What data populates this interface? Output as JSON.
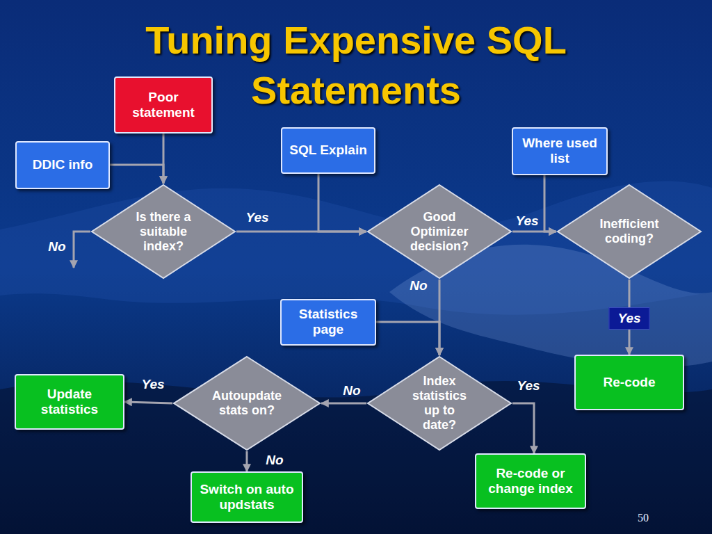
{
  "diagram": {
    "title": "Tuning Expensive SQL Statements",
    "nodes": [
      {
        "text": [
          "Poor statement"
        ]
      },
      {
        "text": [
          "SQL Explain"
        ]
      },
      {
        "text": [
          "Where used list"
        ]
      },
      {
        "text": [
          "DDIC info"
        ]
      },
      {
        "text": [
          "Is there a suitable index?"
        ]
      },
      {
        "text": [
          "Good Optimizer decision?"
        ]
      },
      {
        "text": [
          "Inefficient coding?"
        ]
      },
      {
        "text": [
          "Statistics page"
        ]
      },
      {
        "text": [
          "Re-code"
        ]
      },
      {
        "text": [
          "Update statistics"
        ]
      },
      {
        "text": [
          "Autoupdate stats on?"
        ]
      },
      {
        "text": [
          "Index statistics up to date?"
        ]
      },
      {
        "text": [
          "Switch on auto updstats"
        ]
      },
      {
        "text": [
          "Re-code or change index"
        ]
      }
    ],
    "edges": [
      {
        "from": 0,
        "to": 4,
        "arrow": "to"
      },
      {
        "from": 3,
        "to": 4,
        "arrow": "to"
      },
      {
        "from": 4,
        "to": 5,
        "label": "Yes",
        "arrow": "to"
      },
      {
        "from": 1,
        "to": 5,
        "arrow": "to"
      },
      {
        "from": 5,
        "to": 6,
        "label": "Yes",
        "arrow": "to"
      },
      {
        "from": 2,
        "to": 6,
        "arrow": "to"
      },
      {
        "from": 5,
        "to": 11,
        "label": "No",
        "arrow": "to"
      },
      {
        "from": 7,
        "to": 11,
        "arrow": "to"
      },
      {
        "from": 6,
        "to": 8,
        "label": "Yes",
        "arrow": "to"
      },
      {
        "from": 11,
        "to": 10,
        "label": "No",
        "arrow": "to"
      },
      {
        "from": 11,
        "to": 13,
        "label": "Yes",
        "arrow": "to"
      },
      {
        "from": 10,
        "to": 9,
        "label": "Yes",
        "arrow": "to"
      },
      {
        "from": 10,
        "to": 12,
        "label": "No",
        "arrow": "to"
      }
    ],
    "labels": [
      "No",
      "50"
    ]
  }
}
